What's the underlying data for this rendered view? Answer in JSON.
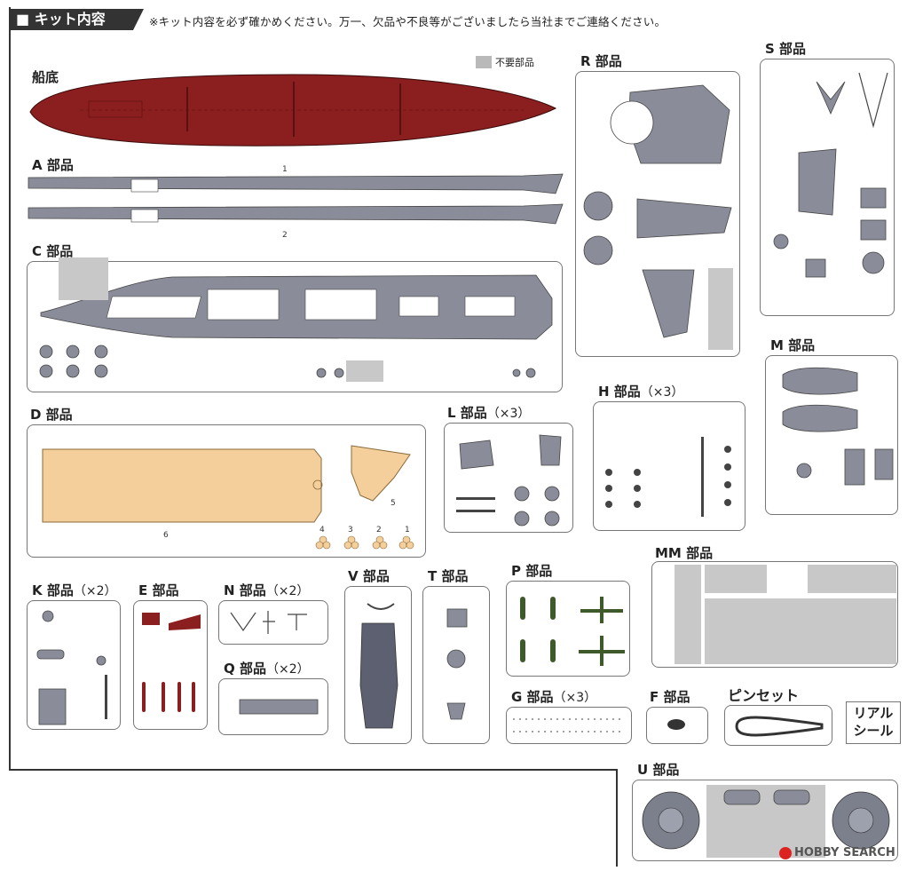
{
  "header": {
    "title": "キット内容",
    "notice": "※キット内容を必ず確かめください。万一、欠品や不良等がございましたら当社までご連絡ください。"
  },
  "legend": {
    "label": "不要部品",
    "color": "#b9b9b9"
  },
  "parts": {
    "hull": {
      "label": "船底",
      "color": "#8b1e1e"
    },
    "A": {
      "label": "A 部品",
      "nums": [
        "1",
        "2"
      ]
    },
    "C": {
      "label": "C 部品"
    },
    "D": {
      "label": "D 部品",
      "color": "#f4cf9b",
      "nums": [
        "6",
        "5",
        "4",
        "3",
        "2",
        "1"
      ]
    },
    "R": {
      "label": "R 部品"
    },
    "S": {
      "label": "S 部品"
    },
    "L": {
      "label": "L 部品",
      "mult": "（×3）"
    },
    "H": {
      "label": "H 部品",
      "mult": "（×3）"
    },
    "M": {
      "label": "M 部品"
    },
    "K": {
      "label": "K 部品",
      "mult": "（×2）"
    },
    "E": {
      "label": "E 部品"
    },
    "N": {
      "label": "N 部品",
      "mult": "（×2）"
    },
    "V": {
      "label": "V 部品"
    },
    "T": {
      "label": "T 部品"
    },
    "P": {
      "label": "P 部品"
    },
    "MM": {
      "label": "MM 部品"
    },
    "Q": {
      "label": "Q 部品",
      "mult": "（×2）"
    },
    "G": {
      "label": "G 部品",
      "mult": "（×3）"
    },
    "F": {
      "label": "F 部品"
    },
    "U": {
      "label": "U 部品"
    }
  },
  "tweezers": {
    "label": "ピンセット"
  },
  "seal": {
    "line1": "リアル",
    "line2": "シール"
  },
  "watermark": {
    "text": "HOBBY SEARCH"
  }
}
